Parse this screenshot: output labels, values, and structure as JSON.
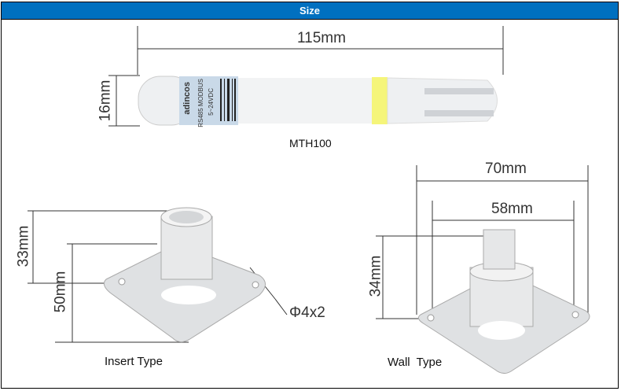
{
  "header": {
    "title": "Size"
  },
  "sensor": {
    "length": "115mm",
    "diameter": "16mm",
    "model": "MTH100",
    "brand": "adincos",
    "label_lines": [
      "RS485 MODBUS",
      "5~24VDC"
    ]
  },
  "insert_type": {
    "caption": "Insert Type",
    "height_top": "33mm",
    "height_total": "50mm",
    "holes": "Φ4x2"
  },
  "wall_type": {
    "caption": "Wall  Type",
    "width_outer": "70mm",
    "width_inner": "58mm",
    "height": "34mm"
  }
}
